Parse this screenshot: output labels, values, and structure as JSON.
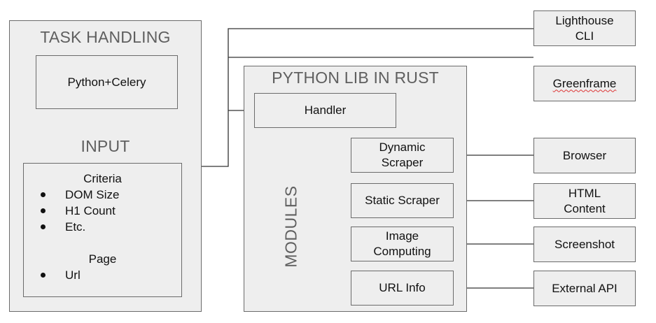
{
  "task_handling": {
    "title": "TASK HANDLING",
    "python_celery": "Python+Celery",
    "input_title": "INPUT",
    "criteria_label": "Criteria",
    "criteria_items": [
      "DOM Size",
      "H1 Count",
      "Etc."
    ],
    "page_label": "Page",
    "page_items": [
      "Url"
    ]
  },
  "python_lib": {
    "title": "PYTHON LIB IN RUST",
    "handler": "Handler",
    "modules_label": "MODULES",
    "modules": [
      "Dynamic Scraper",
      "Static Scraper",
      "Image Computing",
      "URL Info"
    ]
  },
  "externals": {
    "lighthouse": "Lighthouse CLI",
    "greenframe": "Greenframe",
    "browser": "Browser",
    "html_content": "HTML Content",
    "screenshot": "Screenshot",
    "external_api": "External API"
  }
}
